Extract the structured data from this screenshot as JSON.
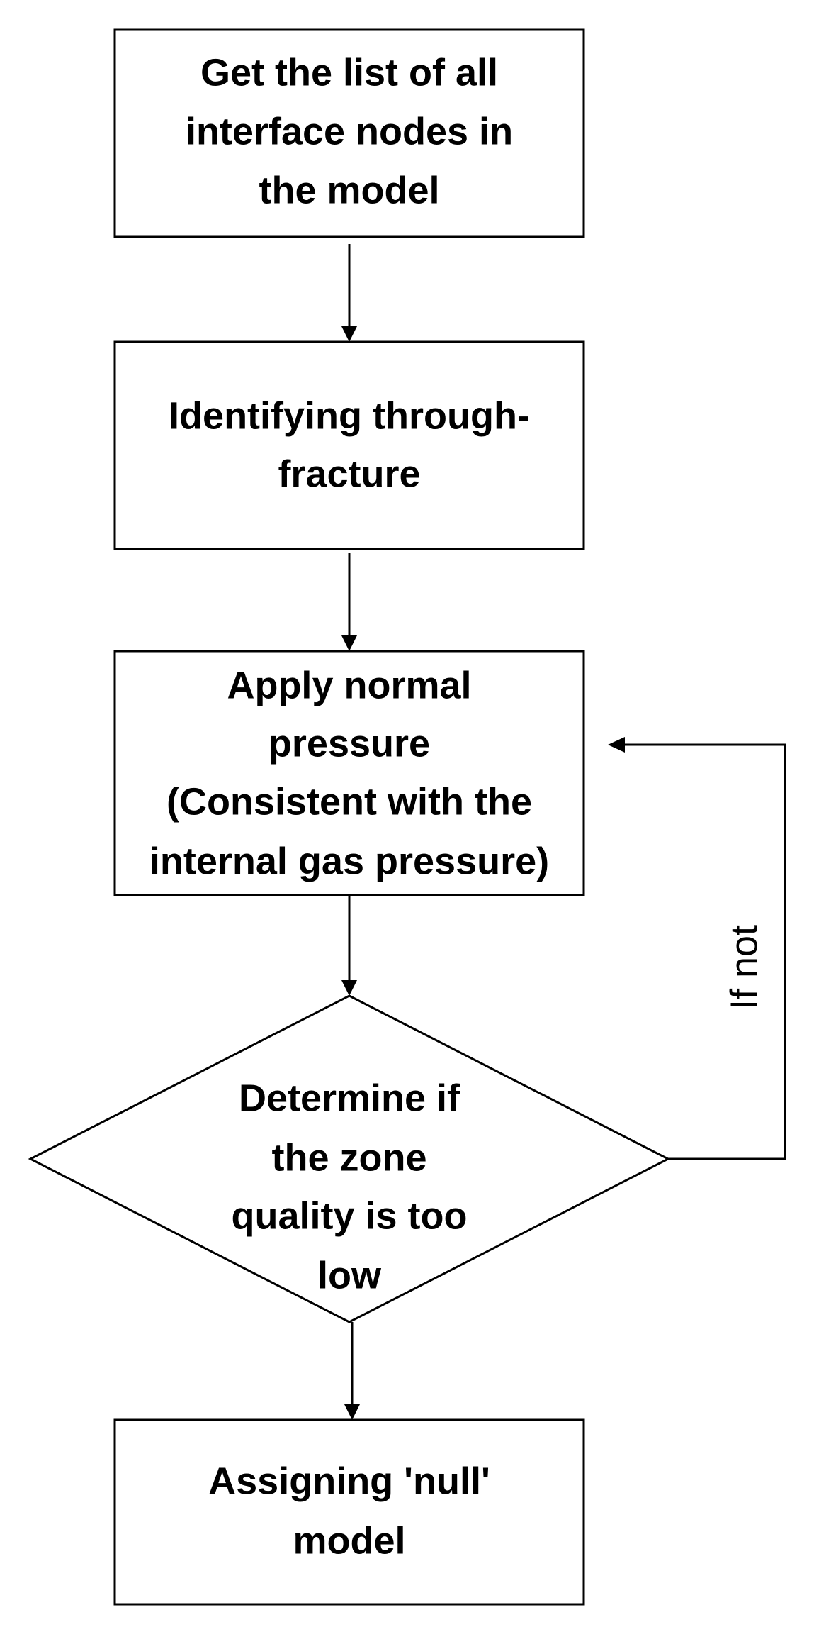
{
  "nodes": {
    "step1": {
      "lines": [
        "Get the list of all",
        "interface nodes in",
        "the model"
      ]
    },
    "step2": {
      "lines": [
        "Identifying through-",
        "fracture"
      ]
    },
    "step3": {
      "lines": [
        "Apply normal",
        "pressure",
        "(Consistent with the",
        "internal gas pressure)"
      ]
    },
    "decision": {
      "lines": [
        "Determine if",
        "the zone",
        "quality is too",
        "low"
      ]
    },
    "step4": {
      "lines": [
        "Assigning 'null'",
        "model"
      ]
    }
  },
  "edges": {
    "loop_label": "If not"
  }
}
